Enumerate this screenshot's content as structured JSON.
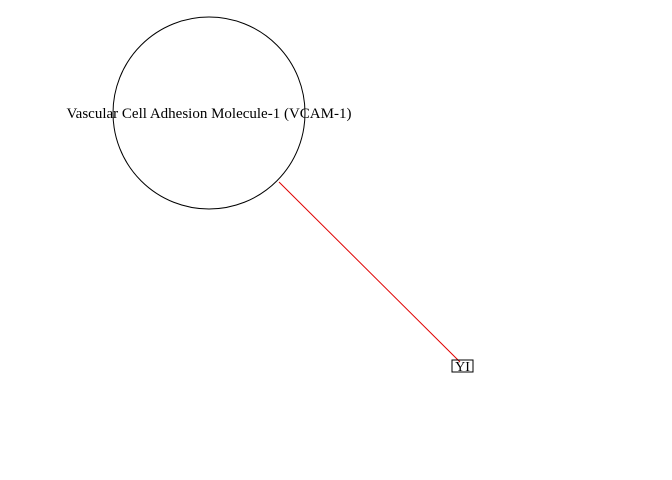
{
  "diagram": {
    "nodes": [
      {
        "id": "vcam1",
        "label": "Vascular Cell Adhesion Molecule-1 (VCAM-1)",
        "shape": "circle"
      },
      {
        "id": "yi",
        "label": "YI",
        "shape": "box"
      }
    ],
    "edges": [
      {
        "from": "vcam1",
        "to": "yi",
        "color": "#e00000"
      }
    ]
  },
  "colors": {
    "outline": "#000000",
    "edge": "#e00000",
    "background": "#ffffff"
  }
}
